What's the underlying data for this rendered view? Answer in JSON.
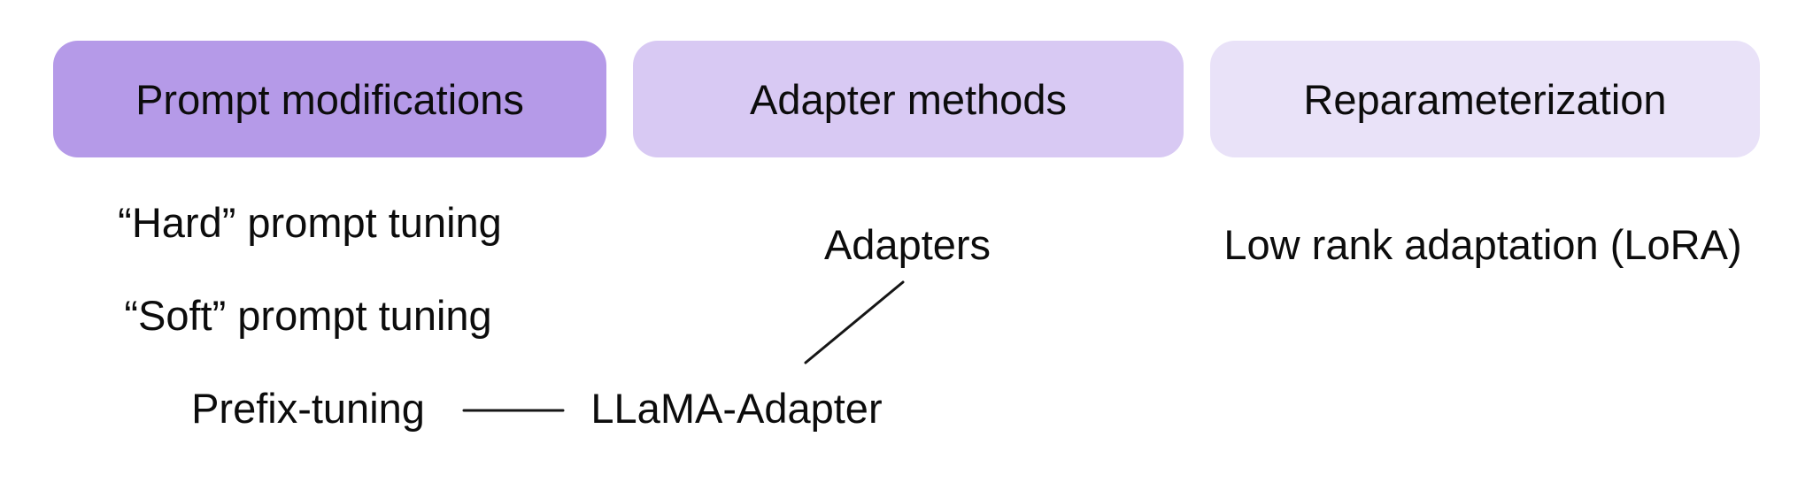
{
  "diagram": {
    "categories": [
      {
        "label": "Prompt modifications",
        "color": "#b59ae8"
      },
      {
        "label": "Adapter methods",
        "color": "#d8c9f3"
      },
      {
        "label": "Reparameterization",
        "color": "#e9e2f8"
      }
    ],
    "methods": {
      "hard_prompt_tuning": "“Hard” prompt tuning",
      "soft_prompt_tuning": "“Soft” prompt tuning",
      "prefix_tuning": "Prefix-tuning",
      "adapters": "Adapters",
      "llama_adapter": "LLaMA-Adapter",
      "lora": "Low rank adaptation (LoRA)"
    },
    "connections": [
      {
        "from": "Prefix-tuning",
        "to": "LLaMA-Adapter",
        "style": "horizontal"
      },
      {
        "from": "Adapters",
        "to": "LLaMA-Adapter",
        "style": "diagonal"
      }
    ],
    "text_color": "#0c0c0c",
    "line_color": "#161616"
  }
}
